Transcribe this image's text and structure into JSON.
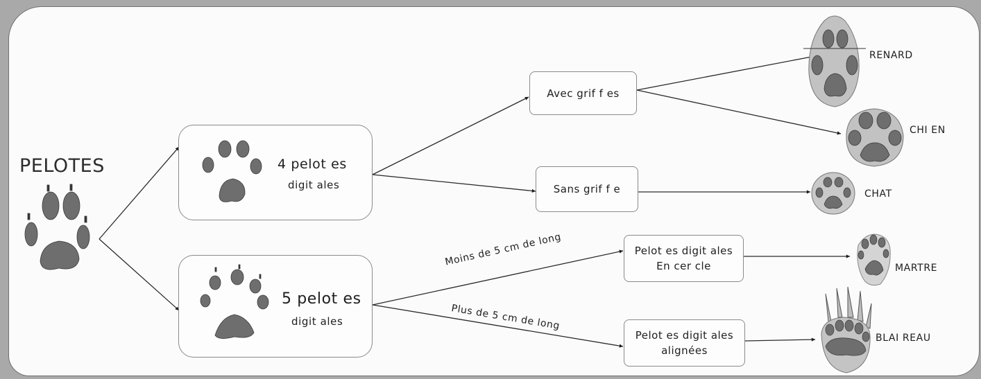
{
  "root": {
    "title": "PELOTES"
  },
  "branch4": {
    "line1": "4 pelot es",
    "line2": "digit ales"
  },
  "branch5": {
    "line1": "5 pelot es",
    "line2": "digit ales"
  },
  "mid": {
    "avec_griffes": "Avec grif f es",
    "sans_griffe": "Sans grif f e",
    "cercle_line1": "Pelot es digit ales",
    "cercle_line2": "En cer cle",
    "alignees_line1": "Pelot es digit ales",
    "alignees_line2": "alignées"
  },
  "edge_labels": {
    "moins": "Moins de 5 cm de long",
    "plus": "Plus de 5 cm de long"
  },
  "animals": {
    "renard": "RENARD",
    "chien": "CHI EN",
    "chat": "CHAT",
    "martre": "MARTRE",
    "blaireau": "BLAI REAU"
  },
  "colors": {
    "pad": "#6e6e6e",
    "outline": "#8a8a8a",
    "print_bg": "#c9c9c9"
  }
}
